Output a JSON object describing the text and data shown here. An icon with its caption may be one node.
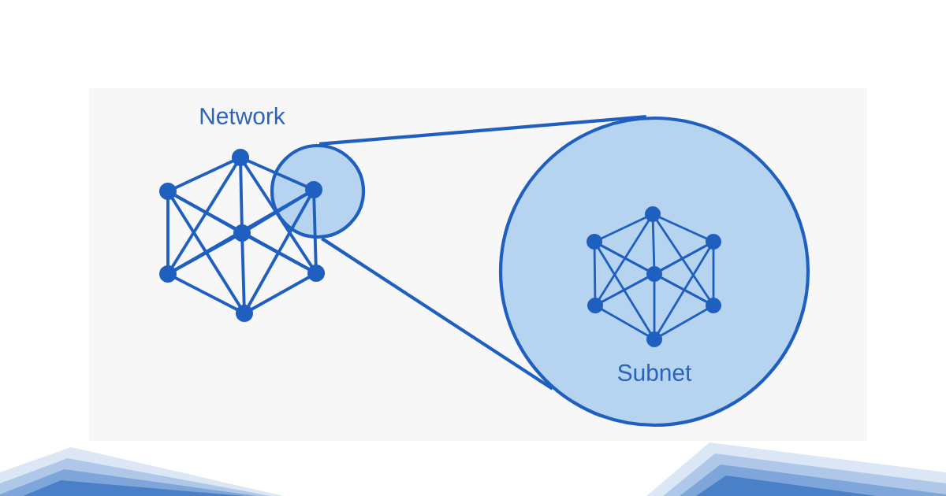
{
  "diagram": {
    "nodes": [
      {
        "text": [],
        "shape": "circle"
      },
      {
        "text": [
          "Subnet"
        ]
      }
    ],
    "edges": [
      {
        "from": 0,
        "to": 1,
        "arrow": "none"
      },
      {
        "from": 0,
        "to": 1,
        "arrow": "none"
      }
    ],
    "labels": [
      "Network"
    ]
  }
}
